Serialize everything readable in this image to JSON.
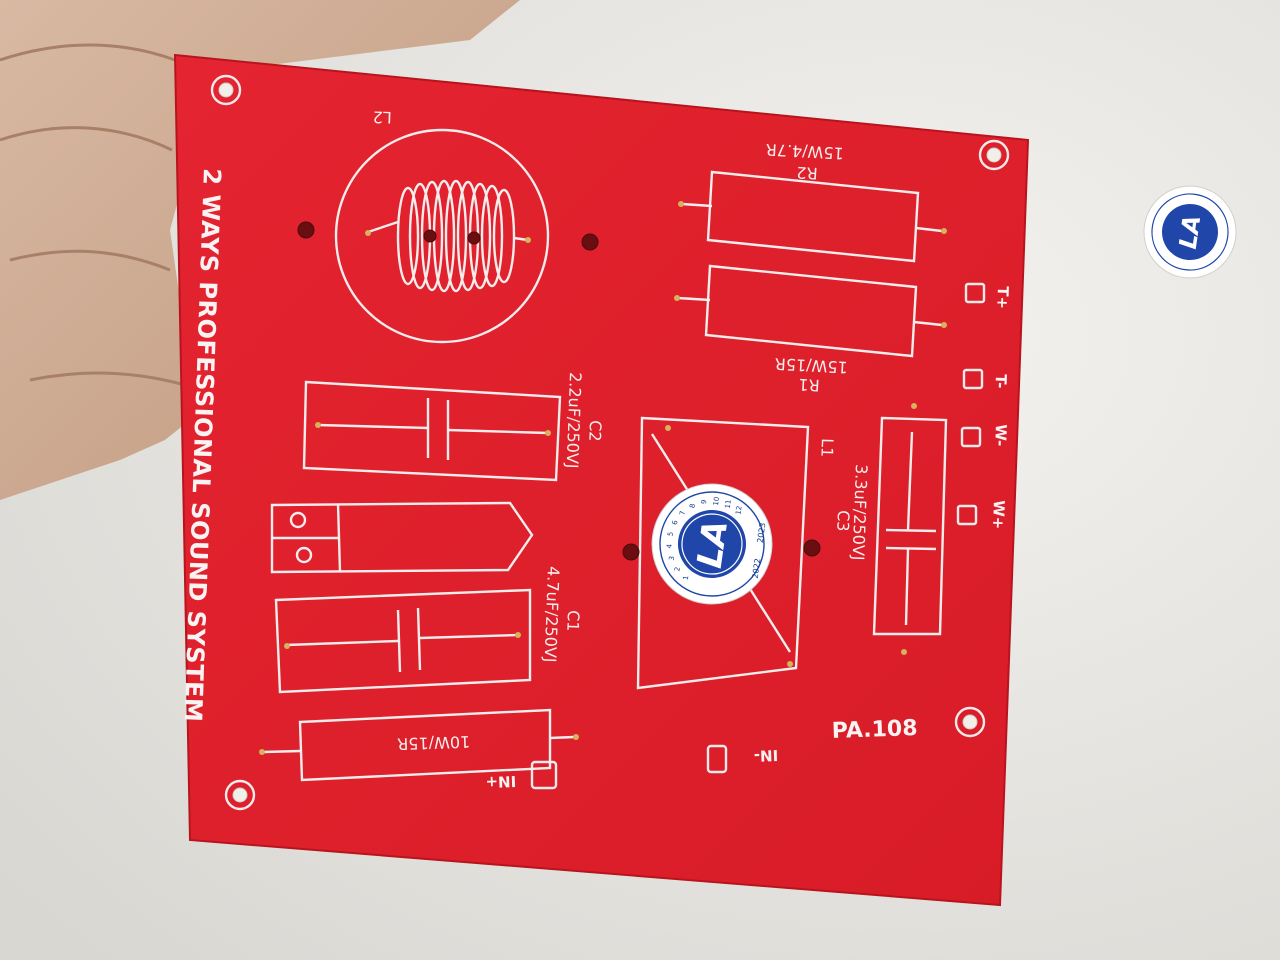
{
  "board": {
    "title": "2 WAYS PROFESSIONAL SOUND SYSTEM",
    "model": "PA.108",
    "color": "#e0212b",
    "silkscreen_color": "#f6ecec"
  },
  "components": {
    "l2": {
      "designator": "L2"
    },
    "r2": {
      "designator": "R2",
      "value": "15W/4.7R"
    },
    "r1": {
      "designator": "R1",
      "value": "15W/15R"
    },
    "c2": {
      "designator": "C2",
      "value": "2.2uF/250VJ"
    },
    "c1": {
      "designator": "C1",
      "value": "4.7uF/250VJ"
    },
    "l1": {
      "designator": "L1"
    },
    "c3": {
      "designator": "C3",
      "value": "3.3uF/250VJ"
    },
    "r_in": {
      "value": "10W/15R"
    }
  },
  "terminals": {
    "t_plus": "T+",
    "t_minus": "T-",
    "w_minus": "W-",
    "w_plus": "W+",
    "in_plus": "IN+",
    "in_minus": "IN-"
  },
  "seal": {
    "logo": "LA",
    "years": [
      "2022",
      "2023"
    ],
    "digits": [
      "1",
      "2",
      "3",
      "4",
      "5",
      "6",
      "7",
      "8",
      "9",
      "10",
      "11",
      "12"
    ],
    "brand_color": "#1f46a8"
  }
}
